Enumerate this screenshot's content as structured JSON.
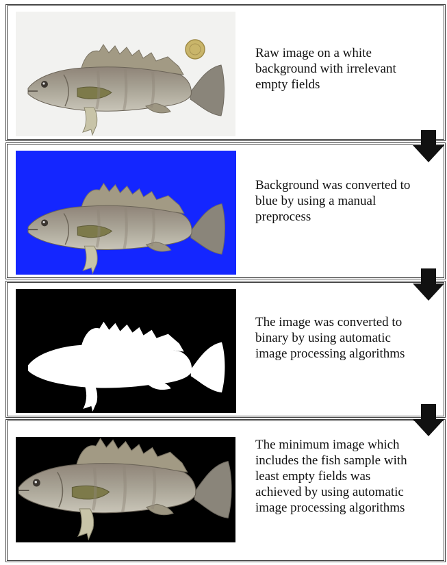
{
  "steps": [
    {
      "caption": "Raw image on a white background with irrelevant empty fields",
      "image": "fish-on-white-background-with-coin",
      "background_color": "#f2f2f0"
    },
    {
      "caption": "Background was converted to blue by using a manual preprocess",
      "image": "fish-on-blue-background",
      "background_color": "#1426ff"
    },
    {
      "caption": "The image was converted to binary by using automatic image processing algorithms",
      "image": "binary-fish-silhouette",
      "background_color": "#000000"
    },
    {
      "caption": "The minimum image which includes the fish sample with least empty fields was achieved by using automatic image processing algorithms",
      "image": "cropped-fish-on-black-background",
      "background_color": "#000000"
    }
  ],
  "arrows": [
    "down-arrow-icon",
    "down-arrow-icon",
    "down-arrow-icon"
  ]
}
